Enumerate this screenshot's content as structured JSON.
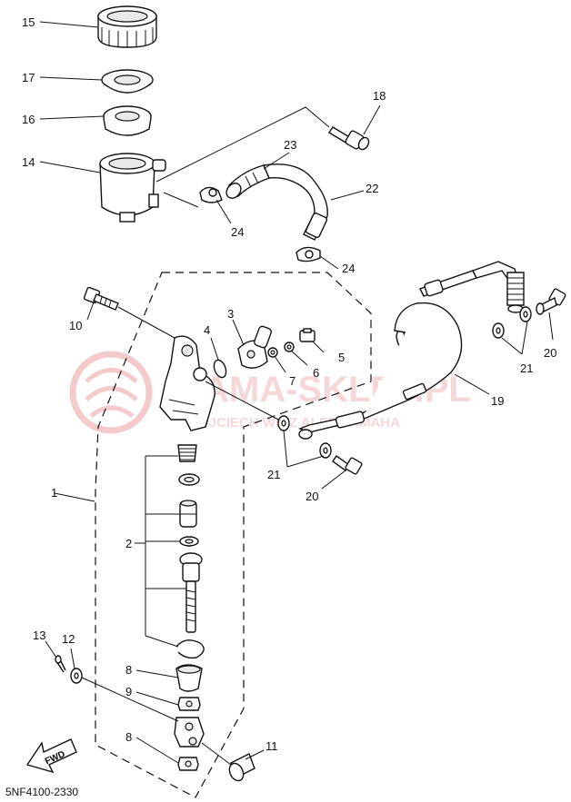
{
  "diagram": {
    "drawing_code": "5NF4100-2330",
    "fwd_label": "FWD",
    "watermark": {
      "main": "YAMA-SKLEP.PL",
      "sub": "OJCIECH      WICZ    ALER YAMAHA"
    },
    "labels": {
      "p1": "1",
      "p2": "2",
      "p3": "3",
      "p4": "4",
      "p5": "5",
      "p6": "6",
      "p7": "7",
      "p8a": "8",
      "p8b": "8",
      "p9": "9",
      "p10": "10",
      "p11": "11",
      "p12": "12",
      "p13": "13",
      "p14": "14",
      "p15": "15",
      "p16": "16",
      "p17": "17",
      "p18": "18",
      "p19": "19",
      "p20a": "20",
      "p20b": "20",
      "p21a": "21",
      "p21b": "21",
      "p22": "22",
      "p23": "23",
      "p24a": "24",
      "p24b": "24"
    }
  }
}
